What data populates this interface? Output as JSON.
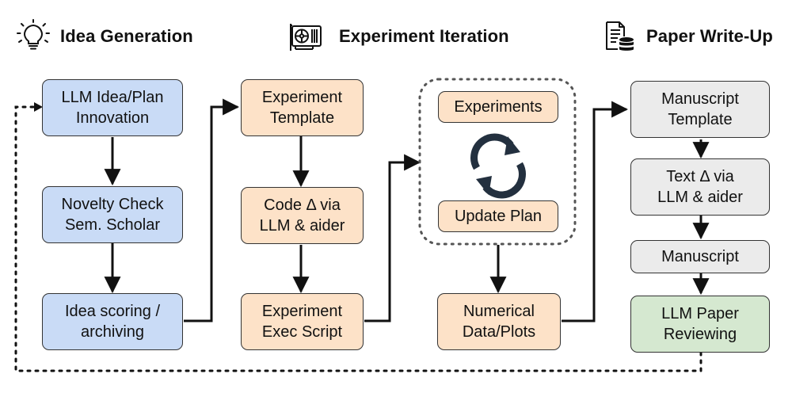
{
  "headers": {
    "idea": "Idea Generation",
    "experiment": "Experiment Iteration",
    "paper": "Paper Write-Up"
  },
  "icons": {
    "idea": "lightbulb-icon",
    "experiment": "gpu-card-icon",
    "paper": "document-database-icon",
    "loop": "refresh-cycle-icon"
  },
  "colors": {
    "idea_fill": "#c9dbf6",
    "experiment_fill": "#fde2c8",
    "writeup_fill": "#ebebeb",
    "review_fill": "#d5e8d0",
    "loop_icon": "#23303f"
  },
  "idea": {
    "step1": "LLM Idea/Plan\nInnovation",
    "step2": "Novelty Check\nSem. Scholar",
    "step3": "Idea scoring /\narchiving"
  },
  "experiment": {
    "step1": "Experiment\nTemplate",
    "step2": "Code Δ via\nLLM & aider",
    "step3": "Experiment\nExec Script"
  },
  "iteration": {
    "experiments": "Experiments",
    "update_plan": "Update Plan",
    "results": "Numerical\nData/Plots"
  },
  "writeup": {
    "template": "Manuscript\nTemplate",
    "text_edit": "Text Δ via\nLLM & aider",
    "manuscript": "Manuscript",
    "review": "LLM Paper\nReviewing"
  }
}
